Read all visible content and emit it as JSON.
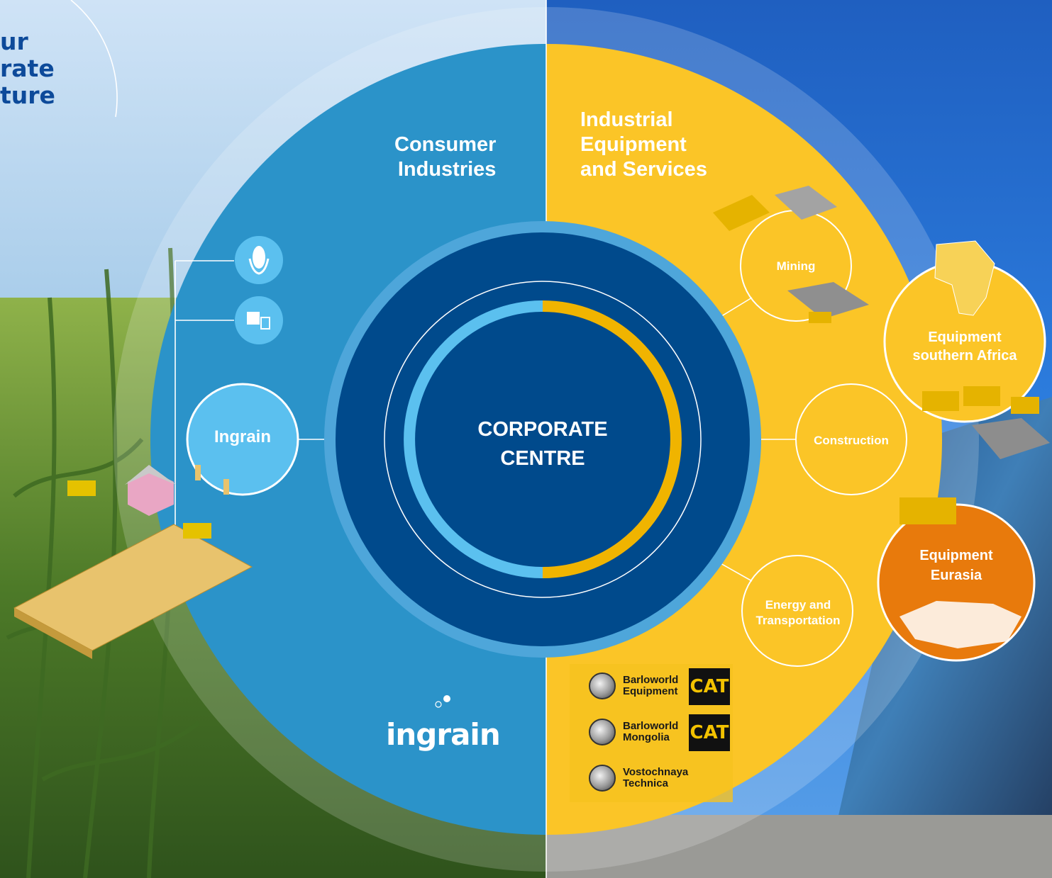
{
  "title": {
    "lines": [
      "ur",
      "rate",
      "ture"
    ]
  },
  "segments": {
    "consumer": {
      "label": "Consumer\nIndustries",
      "color": "#2b93c9"
    },
    "industrial": {
      "label": "Industrial\nEquipment\nand Services",
      "color": "#fbc527"
    }
  },
  "center": {
    "label": "CORPORATE\nCENTRE",
    "color": "#004a8c"
  },
  "nodes": {
    "ingrain": "Ingrain",
    "mining": "Mining",
    "construction": "Construction",
    "energy": "Energy and\nTransportation",
    "southern_africa": "Equipment\nsouthern Africa",
    "eurasia": "Equipment\nEurasia"
  },
  "brands": [
    {
      "name": "Barloworld\nEquipment",
      "badge": "CAT"
    },
    {
      "name": "Barloworld\nMongolia",
      "badge": "CAT"
    },
    {
      "name": "Vostochnaya\nTechnica"
    }
  ],
  "logo": {
    "text": "ingrain"
  },
  "icons": [
    "corn-icon",
    "package-checklist-icon",
    "globe-icon"
  ],
  "colors": {
    "accent_blue": "#5bc0ef",
    "accent_gold": "#f0b400",
    "eurasia_orange": "#e87a0c"
  }
}
